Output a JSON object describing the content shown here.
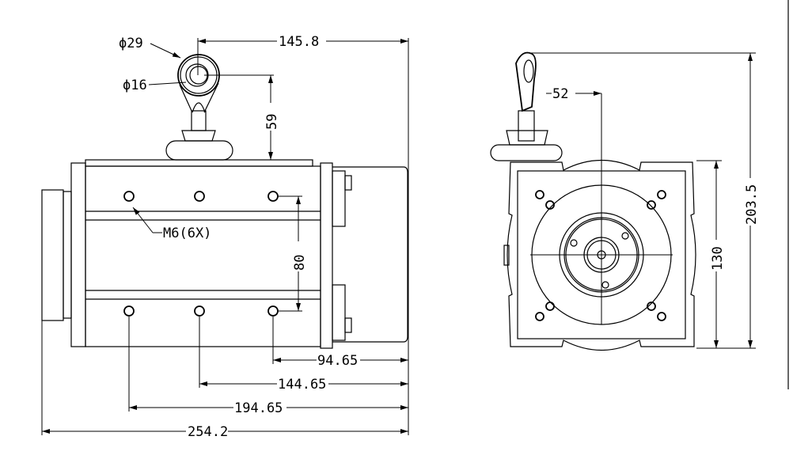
{
  "front_view": {
    "dim_eye_outer": "ϕ29",
    "dim_eye_inner": "ϕ16",
    "dim_eye_offset": "145.8",
    "dim_eye_height": "59",
    "dim_holes": "M6(6X)",
    "dim_hole_spacing_v": "80",
    "dim_hole_1": "94.65",
    "dim_hole_2": "144.65",
    "dim_hole_3": "194.65",
    "dim_overall_length": "254.2"
  },
  "side_view": {
    "dim_eye_center": "52",
    "dim_body_height": "130",
    "dim_overall_height": "203.5"
  }
}
